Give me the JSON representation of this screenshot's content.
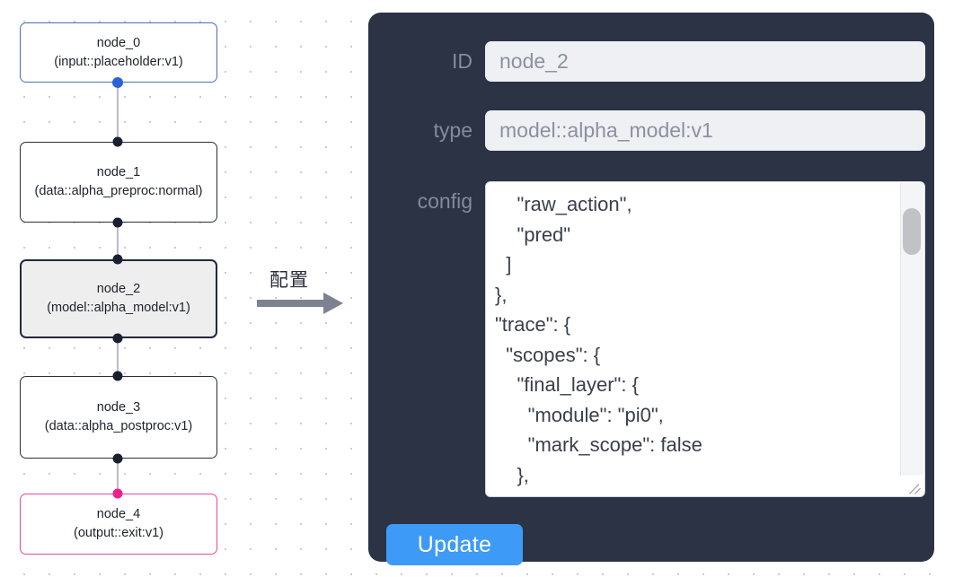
{
  "graph": {
    "nodes": [
      {
        "id": "node_0",
        "title": "node_0",
        "subtitle": "(input::placeholder:v1)",
        "role": "input"
      },
      {
        "id": "node_1",
        "title": "node_1",
        "subtitle": "(data::alpha_preproc:normal)",
        "role": "default"
      },
      {
        "id": "node_2",
        "title": "node_2",
        "subtitle": "(model::alpha_model:v1)",
        "role": "selected"
      },
      {
        "id": "node_3",
        "title": "node_3",
        "subtitle": "(data::alpha_postproc:v1)",
        "role": "default"
      },
      {
        "id": "node_4",
        "title": "node_4",
        "subtitle": "(output::exit:v1)",
        "role": "output"
      }
    ],
    "colors": {
      "input_border": "#4a6fb5",
      "output_border": "#e8459a",
      "selected_fill": "#eeeeee",
      "edge": "#b9bcc4",
      "port": "#1b2030",
      "port_input": "#2b62d9",
      "port_output": "#f01f8d"
    }
  },
  "transition": {
    "label": "配置",
    "arrow_color": "#7c828f"
  },
  "panel": {
    "background": "#2c3345",
    "fields": {
      "id": {
        "label": "ID",
        "value": "node_2",
        "placeholder": "node_2"
      },
      "type": {
        "label": "type",
        "value": "model::alpha_model:v1",
        "placeholder": "model::alpha_model:v1"
      },
      "config": {
        "label": "config",
        "value": "    \"raw_action\",\n    \"pred\"\n  ]\n},\n\"trace\": {\n  \"scopes\": {\n    \"final_layer\": {\n      \"module\": \"pi0\",\n      \"mark_scope\": false\n    },\n    \"action_model\": {"
      }
    },
    "update_button": {
      "label": "Update",
      "color": "#3d9bf7"
    }
  }
}
